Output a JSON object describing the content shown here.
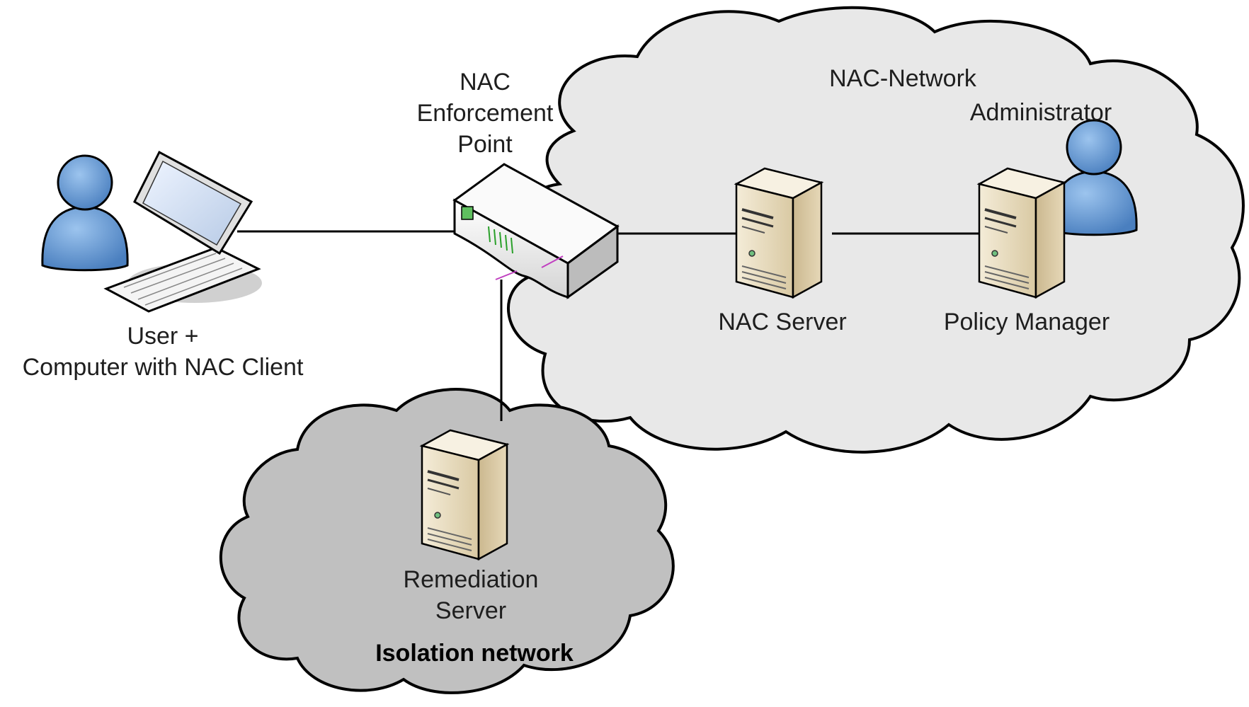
{
  "colors": {
    "nac_cloud_fill": "#e8e8e8",
    "isolation_cloud_fill": "#c0c0c0",
    "outline": "#000000",
    "person_blue": "#5b92cc",
    "server_beige": "#e8dcc0"
  },
  "nodes": {
    "user": {
      "icon": "user-laptop-icon",
      "lines": [
        "User +",
        "Computer with NAC Client"
      ]
    },
    "enforcement": {
      "icon": "switch-icon",
      "lines": [
        "NAC",
        "Enforcement",
        "Point"
      ]
    },
    "nac_server": {
      "icon": "server-icon",
      "label": "NAC Server"
    },
    "policy_manager": {
      "icon": "server-icon",
      "label": "Policy Manager"
    },
    "administrator": {
      "icon": "person-icon",
      "label": "Administrator"
    },
    "remediation": {
      "icon": "server-icon",
      "lines": [
        "Remediation",
        "Server"
      ]
    }
  },
  "networks": {
    "nac_network": {
      "label": "NAC-Network"
    },
    "isolation_network": {
      "label": "Isolation network"
    }
  },
  "links": [
    [
      "user",
      "enforcement"
    ],
    [
      "enforcement",
      "nac_server"
    ],
    [
      "nac_server",
      "policy_manager"
    ],
    [
      "enforcement",
      "remediation"
    ]
  ]
}
